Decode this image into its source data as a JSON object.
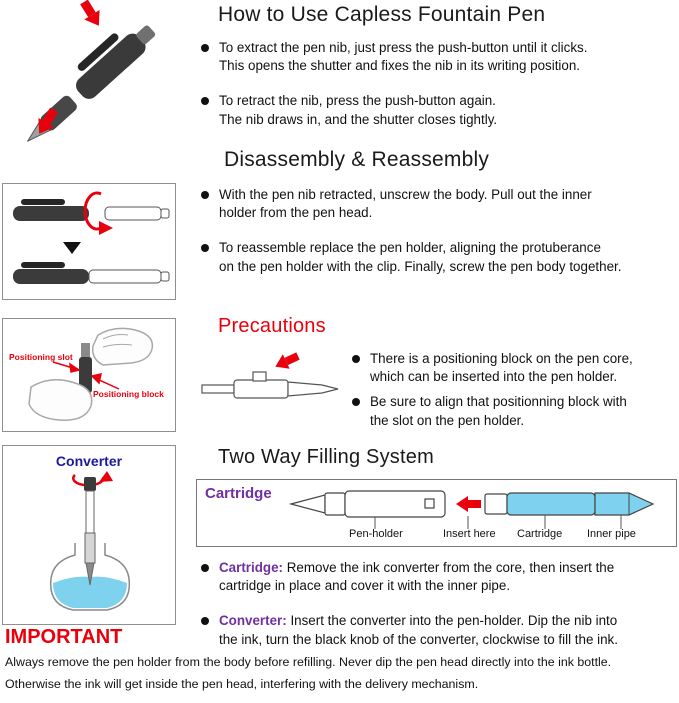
{
  "colors": {
    "red": "#e8000d",
    "purple": "#7030a0",
    "navy": "#1a1a9e",
    "cyan": "#7fd2ee"
  },
  "how_to_use": {
    "title": "How to Use Capless Fountain Pen",
    "bullets": [
      "To extract the pen nib, just press the push-button until it clicks.\nThis opens the shutter and fixes the nib in its writing position.",
      "To retract the nib, press the push-button again.\nThe nib draws in, and the shutter closes tightly."
    ]
  },
  "disassembly": {
    "title": "Disassembly & Reassembly",
    "bullets": [
      "With the pen nib retracted, unscrew the body. Pull out the inner\nholder from the pen head.",
      "To reassemble replace the pen holder, aligning the protuberance\non the pen holder with the clip. Finally, screw the pen body together."
    ]
  },
  "precautions": {
    "title": "Precautions",
    "bullets": [
      "There is a positioning block on the pen core,\nwhich can be inserted into the pen holder.",
      "Be sure to align that positionning block with\nthe slot on the pen holder."
    ]
  },
  "two_way": {
    "title": "Two Way Filling System",
    "cartridge_label": "Cartridge",
    "diagram_labels": [
      "Pen-holder",
      "Insert here",
      "Cartridge",
      "Inner pipe"
    ],
    "bullets": [
      {
        "prefix": "Cartridge:",
        "text": " Remove the ink converter from the core, then insert the\ncartridge in place and cover it with the inner pipe."
      },
      {
        "prefix": "Converter:",
        "text": " Insert the converter into the pen-holder. Dip the nib into\nthe ink, turn the black knob of the converter, clockwise to fill the ink."
      }
    ]
  },
  "illustrations": {
    "converter_label": "Converter",
    "positioning_slot_label": "Positioning slot",
    "positioning_block_label": "Positioning block"
  },
  "important": {
    "title": "IMPORTANT",
    "lines": [
      "Always remove the pen holder from the body before refilling. Never dip the pen head directly into the ink bottle.",
      "Otherwise the ink will get inside the pen head, interfering with the delivery mechanism."
    ]
  }
}
